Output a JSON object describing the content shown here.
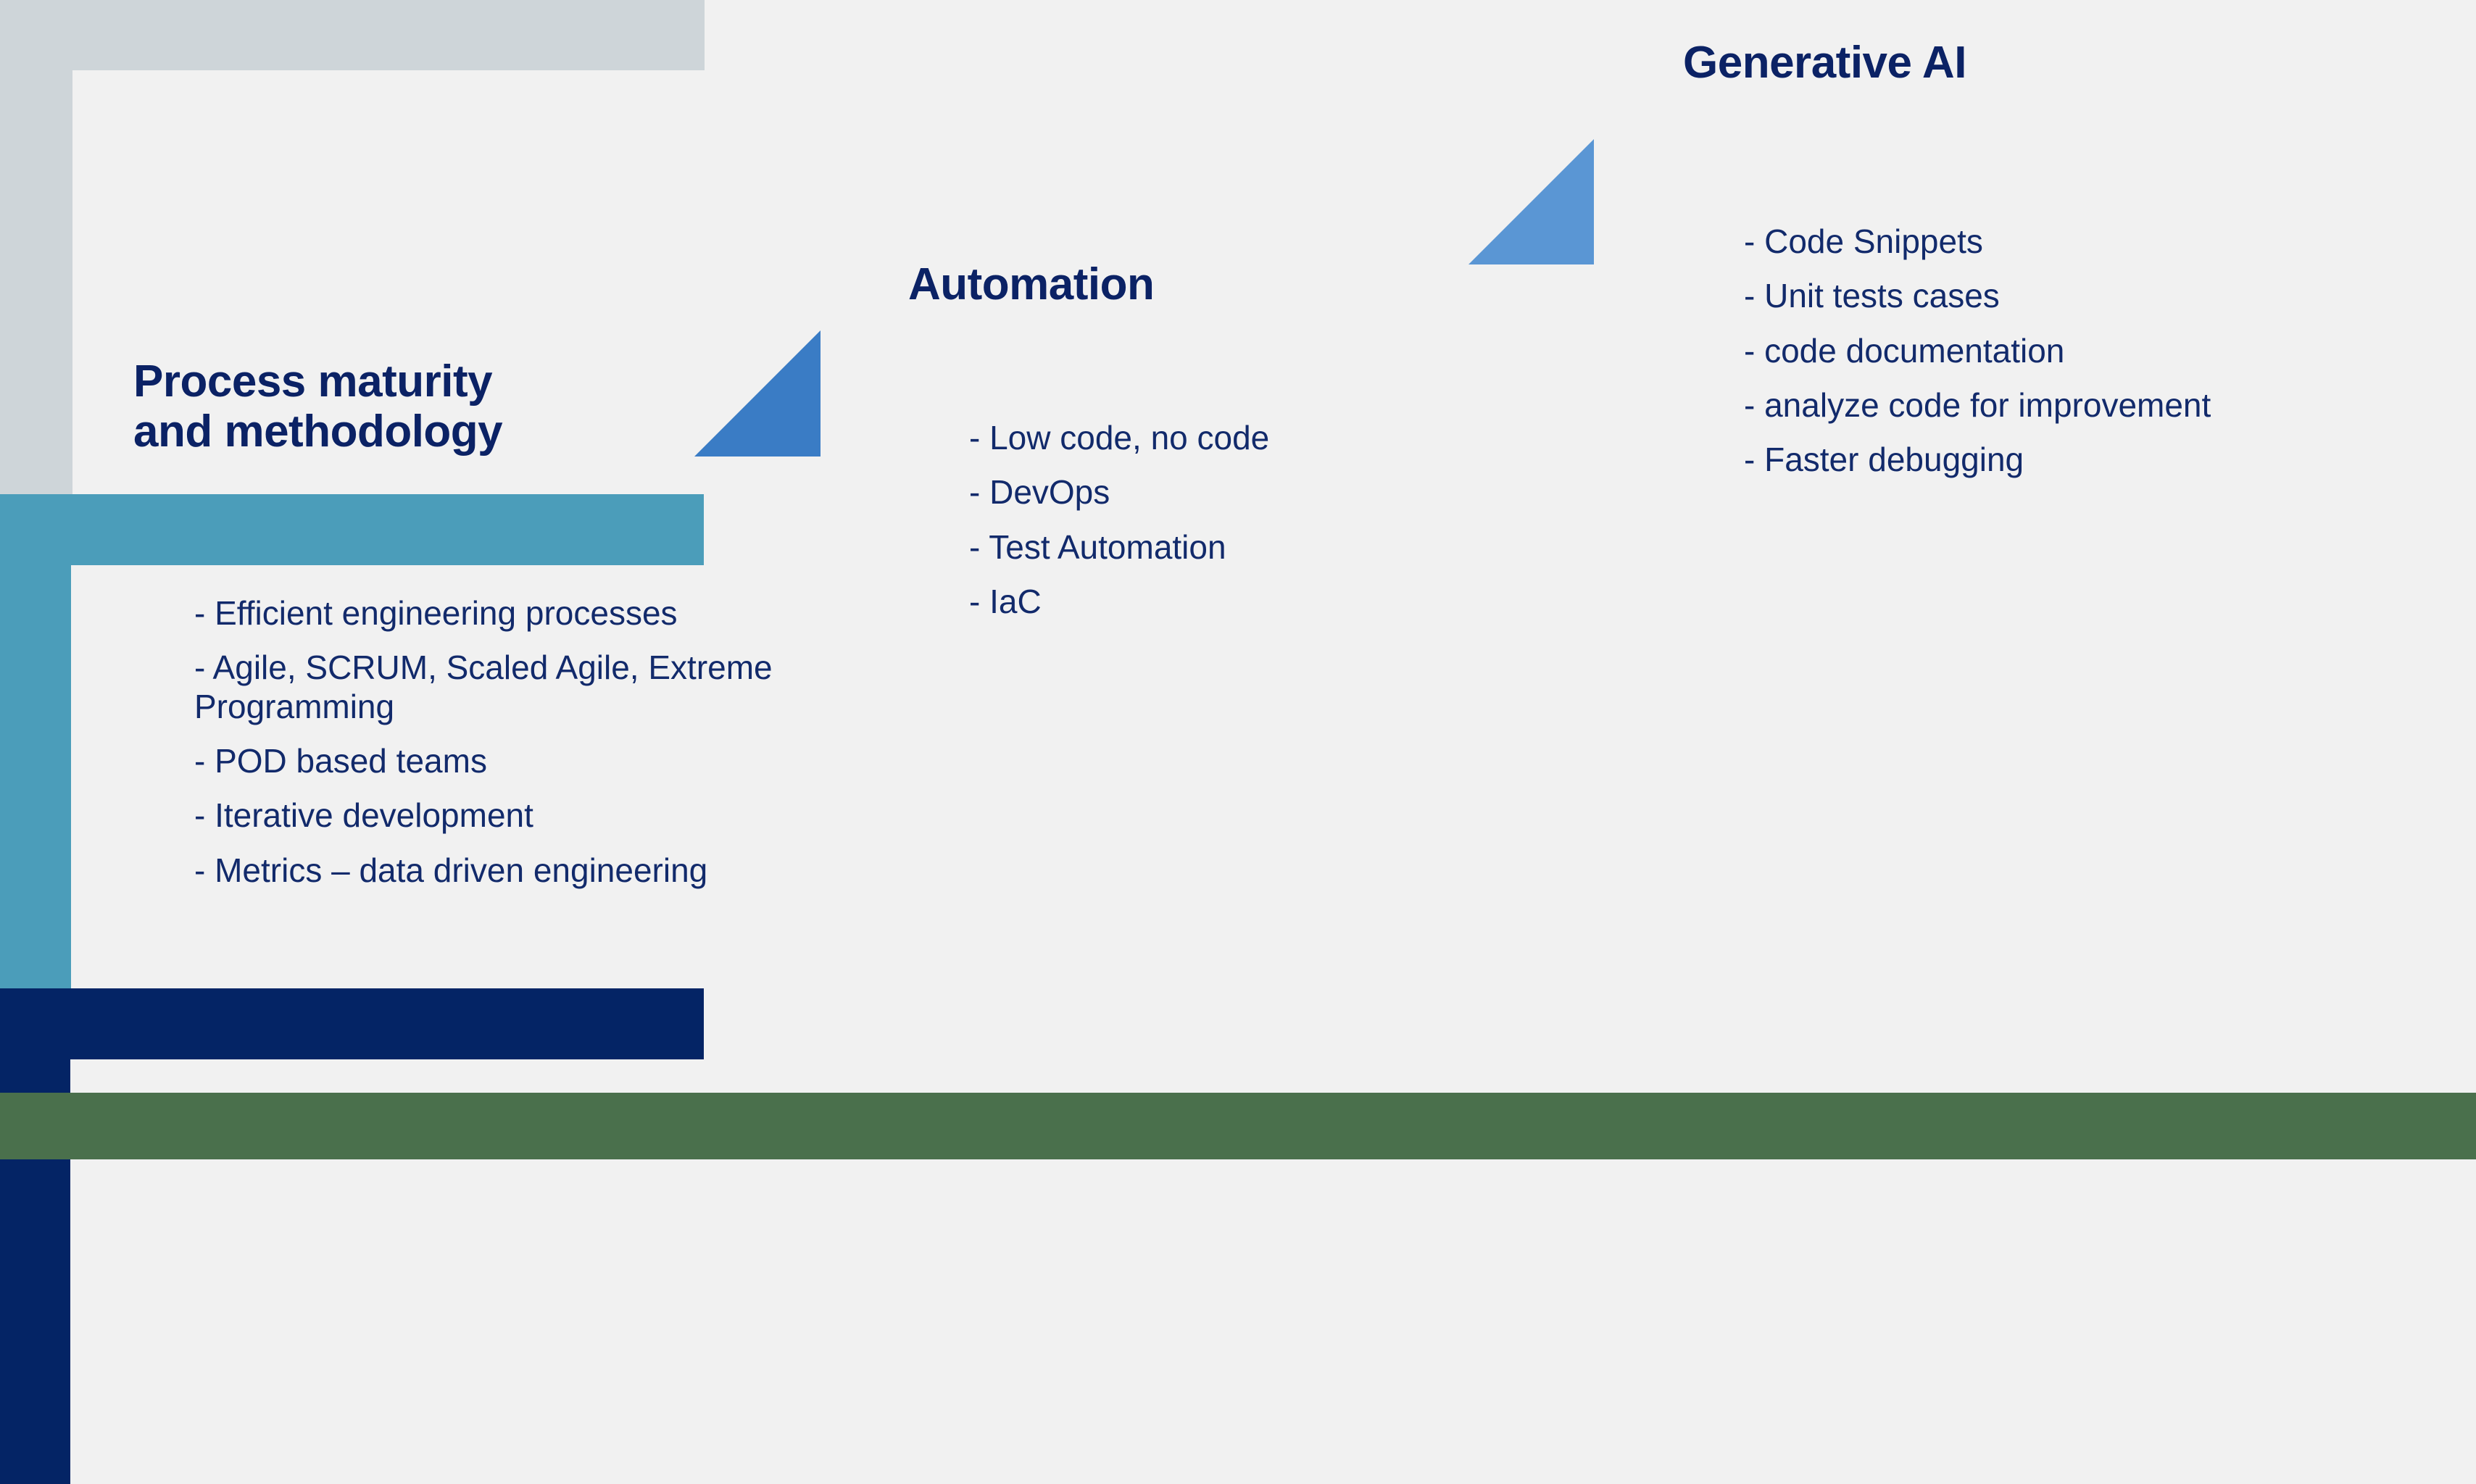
{
  "theme": {
    "background": "#f1f1f1",
    "heading_color": "#0b2265",
    "body_text_color": "#122a6b",
    "footer_color": "#4a704c",
    "column1_bracket_color": "#ced5d9",
    "column2_bracket_color": "#4b9dba",
    "column3_bracket_color": "#042465",
    "triangle1_color": "#3a7cc5",
    "triangle2_color": "#5a96d4"
  },
  "columns": [
    {
      "id": "process-maturity",
      "title": "Process maturity\nand methodology",
      "bullets": [
        "- Efficient engineering processes",
        "- Agile, SCRUM, Scaled Agile, Extreme Programming",
        "- POD based teams",
        "- Iterative development",
        "- Metrics – data driven engineering"
      ]
    },
    {
      "id": "automation",
      "title": "Automation",
      "bullets": [
        "- Low code, no code",
        "- DevOps",
        "- Test Automation",
        "- IaC"
      ]
    },
    {
      "id": "generative-ai",
      "title": "Generative AI",
      "bullets": [
        "- Code Snippets",
        "- Unit tests cases",
        "- code documentation",
        "- analyze code for improvement",
        "- Faster debugging"
      ]
    }
  ]
}
